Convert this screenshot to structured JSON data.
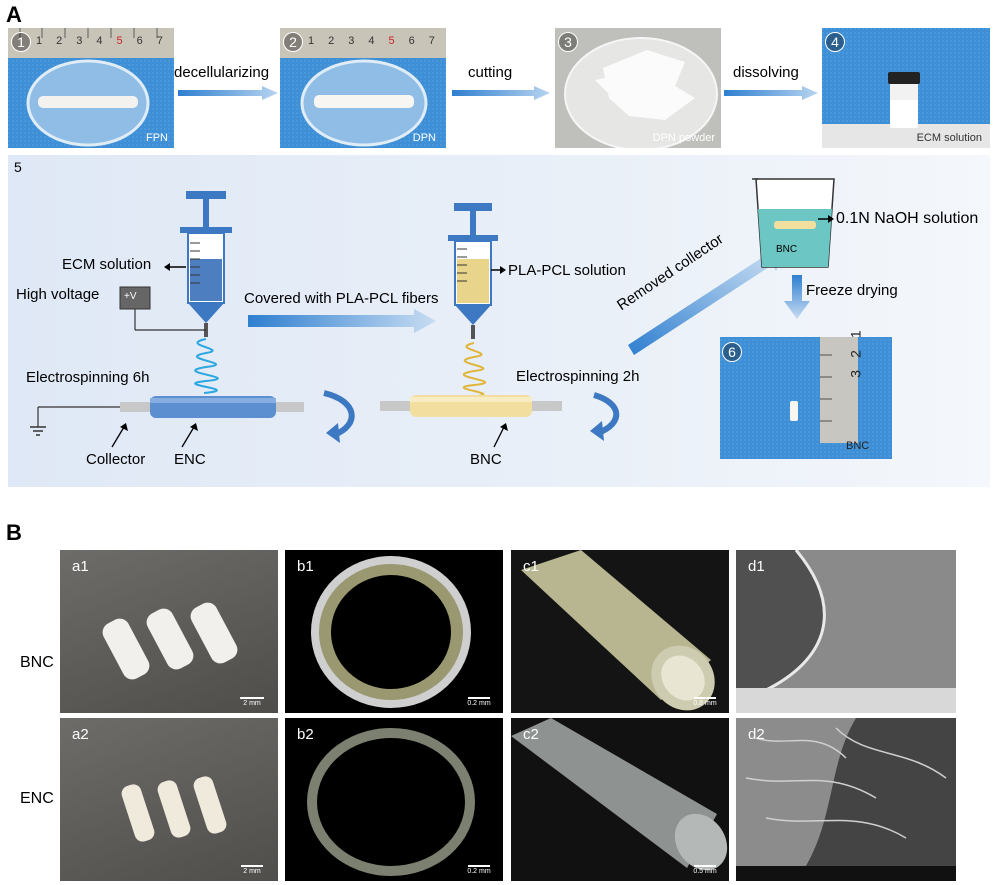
{
  "panel_a": {
    "letter": "A",
    "steps": [
      {
        "num": "1",
        "label": "FPN"
      },
      {
        "num": "2",
        "label": "DPN"
      },
      {
        "num": "3",
        "label": "DPN powder"
      },
      {
        "num": "4",
        "label": "ECM solution"
      }
    ],
    "arrows": [
      "decellularizing",
      "cutting",
      "dissolving"
    ],
    "ruler_marks": [
      "1",
      "2",
      "3",
      "4",
      "5",
      "6",
      "7"
    ],
    "process": {
      "num": "5",
      "ecm_solution": "ECM solution",
      "high_voltage": "High voltage",
      "voltage_symbol": "+V",
      "electrospinning_6h": "Electrospinning 6h",
      "collector": "Collector",
      "enc": "ENC",
      "covered": "Covered with PLA-PCL fibers",
      "pla_pcl_solution": "PLA-PCL solution",
      "electrospinning_2h": "Electrospinning 2h",
      "bnc": "BNC",
      "removed_collector": "Removed collector",
      "naoh": "0.1N NaOH solution",
      "beaker_label": "BNC",
      "freeze_drying": "Freeze drying",
      "result_num": "6",
      "result_label": "BNC",
      "ruler_marks": [
        "1",
        "2",
        "3"
      ]
    }
  },
  "panel_b": {
    "letter": "B",
    "rows": [
      "BNC",
      "ENC"
    ],
    "images": [
      {
        "label": "a1",
        "scale": "2 mm"
      },
      {
        "label": "b1",
        "scale": "0.2 mm"
      },
      {
        "label": "c1",
        "scale": "0.8 mm"
      },
      {
        "label": "d1",
        "scale": ""
      },
      {
        "label": "a2",
        "scale": "2 mm"
      },
      {
        "label": "b2",
        "scale": "0.2 mm"
      },
      {
        "label": "c2",
        "scale": "0.5 mm"
      },
      {
        "label": "d2",
        "scale": ""
      }
    ]
  },
  "colors": {
    "blue_bg": "#3f8fd6",
    "process_bg": "#dde8f6",
    "arrow_blue": "#2f7fd0",
    "enc_tube": "#5b8fd0",
    "bnc_tube": "#f2dfa0",
    "ecm_fluid": "#4d7fc0",
    "pla_fluid": "#e8d48a",
    "naoh_fluid": "#6cc6c4"
  }
}
